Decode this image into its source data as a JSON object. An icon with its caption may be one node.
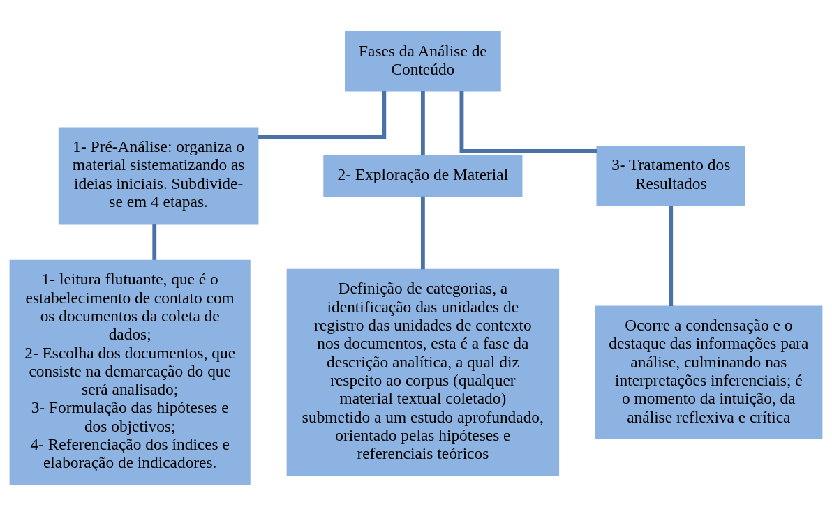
{
  "diagram": {
    "nodes": [
      {
        "text": [
          "Fases da Análise de Conteúdo"
        ]
      },
      {
        "text": [
          "1- Pré-Análise: organiza o material sistematizando as ideias iniciais. Subdivide-se em 4 etapas."
        ]
      },
      {
        "text": [
          "2- Exploração de Material"
        ]
      },
      {
        "text": [
          "3- Tratamento dos Resultados"
        ]
      },
      {
        "text": [
          "1- leitura flutuante, que é o estabelecimento de contato com os documentos da coleta de dados;",
          "2- Escolha dos documentos, que consiste na demarcação do que será analisado;",
          "3- Formulação das hipóteses e dos objetivos;",
          "4- Referenciação dos índices e elaboração de indicadores."
        ]
      },
      {
        "text": [
          "Definição de categorias, a identificação das unidades de registro das unidades de contexto nos documentos, esta é a fase da descrição analítica, a qual diz respeito ao corpus (qualquer material textual coletado) submetido a um estudo aprofundado, orientado pelas hipóteses e referenciais teóricos"
        ]
      },
      {
        "text": [
          "Ocorre a condensação e o destaque das informações para análise, culminando nas interpretações inferenciais; é o momento da intuição, da análise reflexiva e crítica"
        ]
      }
    ],
    "edges": [
      {
        "from": 0,
        "to": 1,
        "arrow": "none"
      },
      {
        "from": 0,
        "to": 2,
        "arrow": "none"
      },
      {
        "from": 0,
        "to": 3,
        "arrow": "none"
      },
      {
        "from": 1,
        "to": 4,
        "arrow": "none"
      },
      {
        "from": 2,
        "to": 5,
        "arrow": "none"
      },
      {
        "from": 3,
        "to": 6,
        "arrow": "none"
      }
    ]
  }
}
